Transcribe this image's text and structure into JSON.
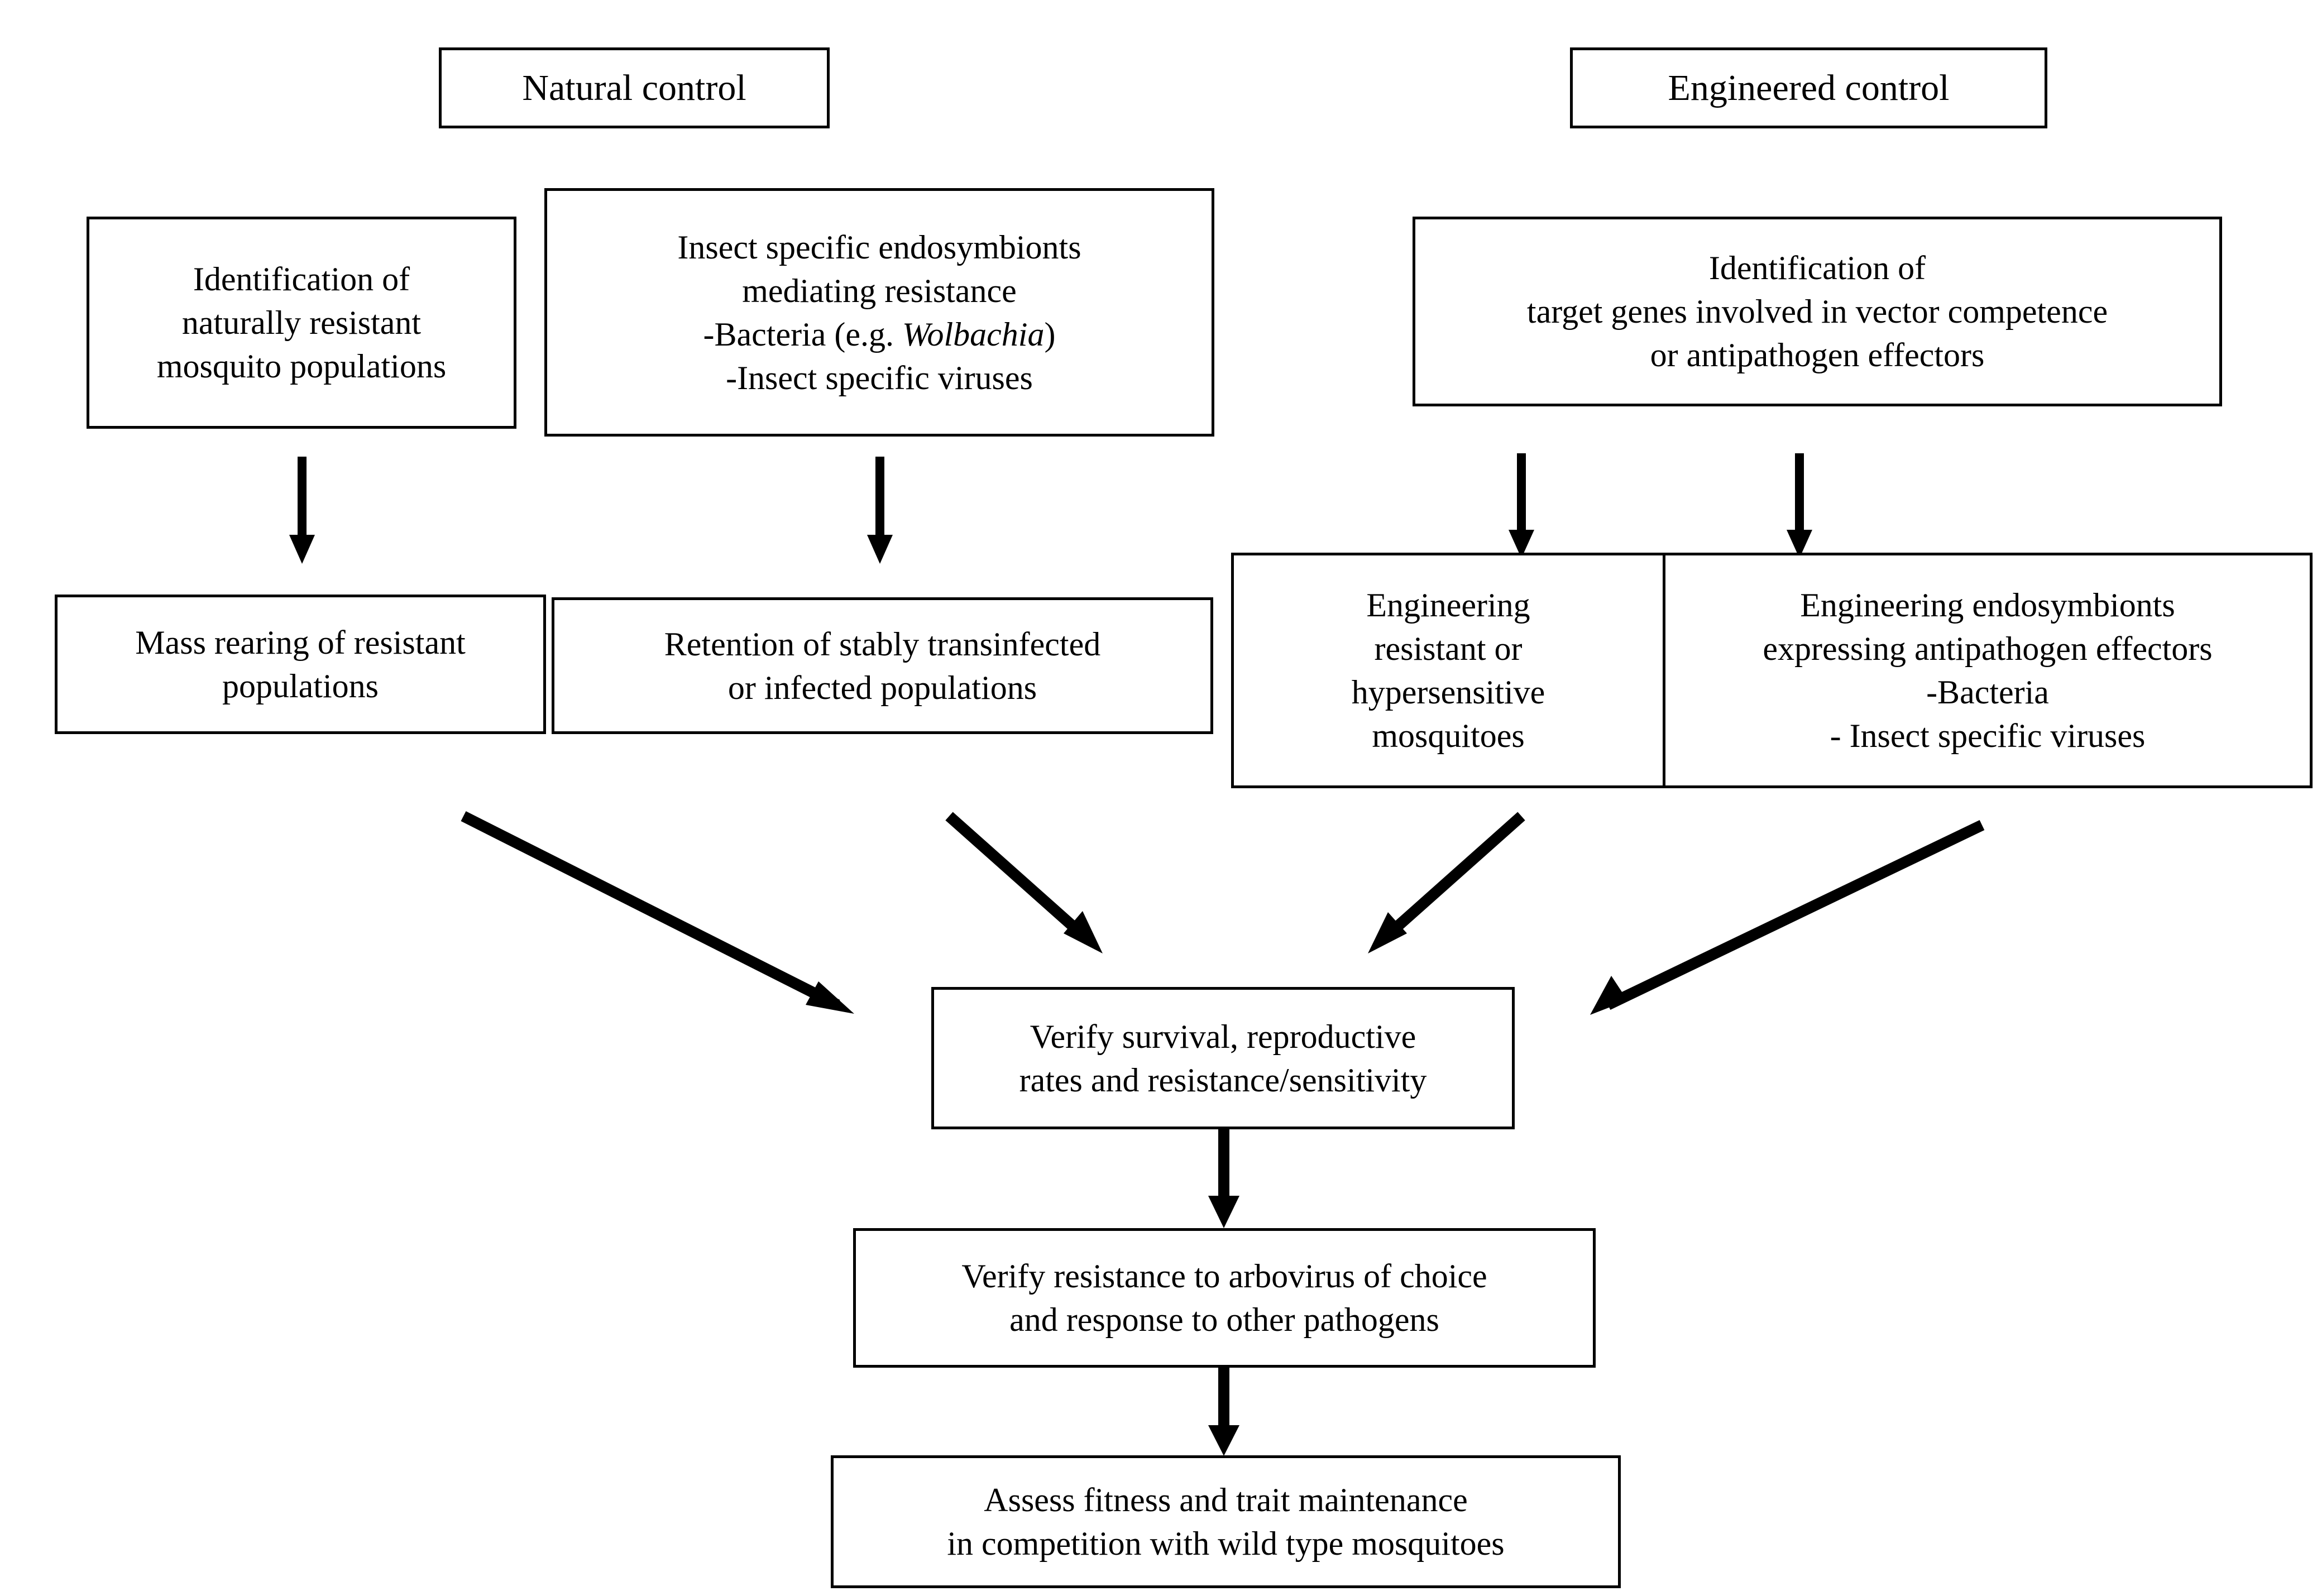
{
  "diagram": {
    "title_left": "Natural control",
    "title_right": "Engineered control",
    "nodes": {
      "identification_natural": "Identification of\nnaturally resistant\nmosquito populations",
      "endosymbionts_line1": "Insect specific endosymbionts",
      "endosymbionts_line2": "mediating resistance",
      "endosymbionts_line3_pre": "-Bacteria (e.g. ",
      "endosymbionts_line3_italic": "Wolbachia",
      "endosymbionts_line3_post": ")",
      "endosymbionts_line4": "-Insect specific viruses",
      "identification_target_genes": "Identification of\ntarget genes involved in vector competence\nor antipathogen effectors",
      "mass_rearing": "Mass rearing of resistant\npopulations",
      "retention": "Retention of stably transinfected\nor infected populations",
      "engineering_mosquitoes": "Engineering\nresistant or\nhypersensitive\nmosquitoes",
      "engineering_endosymbionts": "Engineering endosymbionts\nexpressing antipathogen effectors\n-Bacteria\n- Insect specific viruses",
      "verify_survival": "Verify survival, reproductive\nrates and resistance/sensitivity",
      "verify_resistance": "Verify resistance to arbovirus of choice\nand response to other pathogens",
      "assess_fitness": "Assess fitness and trait maintenance\nin competition with wild type mosquitoes"
    },
    "colors": {
      "stroke": "#000000",
      "fill": "#ffffff"
    },
    "edges": [
      {
        "from": "identification_natural",
        "to": "mass_rearing",
        "kind": "vertical"
      },
      {
        "from": "endosymbionts",
        "to": "retention",
        "kind": "vertical"
      },
      {
        "from": "identification_target_genes",
        "to": "engineering_mosquitoes",
        "kind": "vertical"
      },
      {
        "from": "identification_target_genes",
        "to": "engineering_endosymbionts",
        "kind": "vertical"
      },
      {
        "from": "mass_rearing",
        "to": "verify_survival",
        "kind": "diagonal"
      },
      {
        "from": "retention",
        "to": "verify_survival",
        "kind": "diagonal"
      },
      {
        "from": "engineering_mosquitoes",
        "to": "verify_survival",
        "kind": "diagonal"
      },
      {
        "from": "engineering_endosymbionts",
        "to": "verify_survival",
        "kind": "diagonal"
      },
      {
        "from": "verify_survival",
        "to": "verify_resistance",
        "kind": "vertical"
      },
      {
        "from": "verify_resistance",
        "to": "assess_fitness",
        "kind": "vertical"
      }
    ]
  }
}
